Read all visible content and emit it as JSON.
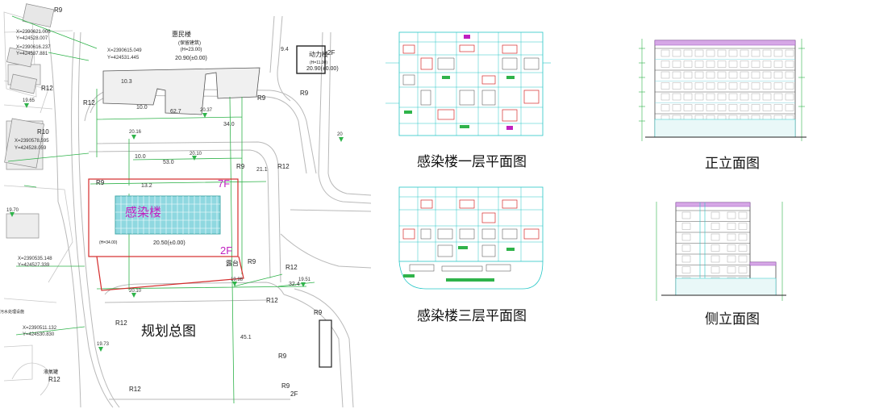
{
  "site_plan": {
    "caption": "规划总图",
    "main_building": "感染楼",
    "main_floors": "7F",
    "podium_floors": "2F",
    "terrace": "露台",
    "main_height": "(H=34.00)",
    "main_elev": "20.50(±0.00)",
    "north_building": "惠民楼",
    "north_building_note": "(保留建筑)",
    "north_height": "(H=23.00)",
    "north_elev": "20.90(±0.00)",
    "power_building": "动力楼",
    "power_floors": "2F",
    "power_height": "(H=11.00)",
    "power_elev": "20.90(±0.00)",
    "waste": "污水处理设施",
    "bottom_left_facility": "液氧罐",
    "bottom_floors": "2F",
    "coord_labels": [
      "X=2390621.006",
      "Y=424528.007",
      "X=2390616.237",
      "Y=424537.881",
      "X=2390615.049",
      "Y=424531.445",
      "X=2390578.595",
      "Y=424528.059",
      "X=2390535.148",
      "Y=424527.339",
      "X=2390511.132",
      "Y=424530.830"
    ],
    "radius_labels": [
      "R9",
      "R12",
      "R12",
      "R9",
      "R9",
      "R10",
      "R9",
      "R9",
      "R12",
      "R9",
      "R12",
      "R12",
      "R12",
      "R9",
      "R9",
      "R12",
      "R9",
      "R12"
    ],
    "elev_labels": [
      "19.65",
      "20.16",
      "20.37",
      "20",
      "20.10",
      "19.70",
      "19.98",
      "20.10",
      "19.51",
      "19.73"
    ],
    "dim_labels": [
      "9.4",
      "10.3",
      "10.0",
      "62.7",
      "34.0",
      "10.0",
      "53.0",
      "21.1",
      "13.2",
      "32.4",
      "45.1"
    ]
  },
  "plans": [
    {
      "id": "floor1",
      "caption": "感染楼一层平面图"
    },
    {
      "id": "floor3",
      "caption": "感染楼三层平面图"
    }
  ],
  "elevations": [
    {
      "id": "front",
      "caption": "正立面图"
    },
    {
      "id": "side",
      "caption": "侧立面图"
    }
  ],
  "colors": {
    "road": "#b9b9b9",
    "green": "#2fb34a",
    "red": "#d42b2b",
    "magenta": "#c020c0",
    "cyan": "#28c7c7",
    "hatch": "#7fd4dc"
  }
}
